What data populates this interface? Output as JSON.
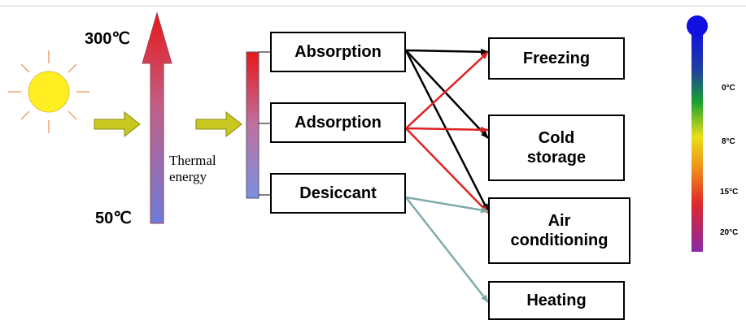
{
  "temperature": {
    "high": "300℃",
    "low": "50℃"
  },
  "thermal_label": {
    "line1": "Thermal",
    "line2": "energy"
  },
  "processes": [
    "Absorption",
    "Adsorption",
    "Desiccant"
  ],
  "applications": [
    "Freezing",
    "Cold\nstorage",
    "Air\nconditioning",
    "Heating"
  ],
  "scale_labels": [
    "0°C",
    "8°C",
    "15°C",
    "20°C"
  ],
  "colors": {
    "sun": "#ffee22",
    "sun_rays": "#f0a070",
    "block_arrow": "#c8c820",
    "link_black": "#000000",
    "link_red": "#e02020",
    "link_teal": "#80aaaa"
  }
}
